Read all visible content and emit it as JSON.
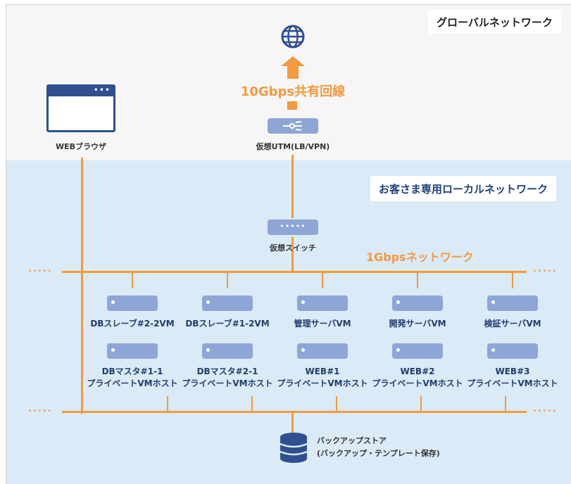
{
  "zones": {
    "global_label": "グローバルネットワーク",
    "local_label": "お客さま専用ローカルネットワーク"
  },
  "internet": {
    "icon": "globe-icon",
    "color": "#2f4f8f"
  },
  "uplink": {
    "label": "10Gbps共有回線",
    "color": "#f29a3f"
  },
  "utm": {
    "label": "仮想UTM(LB/VPN)",
    "icon": "utm-icon"
  },
  "browser": {
    "label": "WEBブラウザ",
    "icon": "browser-window-icon"
  },
  "switch": {
    "label": "仮想スイッチ",
    "icon": "switch-icon"
  },
  "network_1g": {
    "label": "1Gbpsネットワーク",
    "dots": "....."
  },
  "vm_row": [
    {
      "label": "DBスレーブ#2-2VM"
    },
    {
      "label": "DBスレーブ#1-2VM"
    },
    {
      "label": "管理サーバVM"
    },
    {
      "label": "開発サーバVM"
    },
    {
      "label": "検証サーバVM"
    }
  ],
  "host_row": [
    {
      "line1": "DBマスタ#1-1",
      "line2": "プライベートVMホスト"
    },
    {
      "line1": "DBマスタ#2-1",
      "line2": "プライベートVMホスト"
    },
    {
      "line1": "WEB#1",
      "line2": "プライベートVMホスト"
    },
    {
      "line1": "WEB#2",
      "line2": "プライベートVMホスト"
    },
    {
      "line1": "WEB#3",
      "line2": "プライベートVMホスト"
    }
  ],
  "backup": {
    "line1": "バックアップストア",
    "line2": "(バックアップ・テンプレート保存)",
    "icon": "database-icon"
  },
  "colors": {
    "accent": "#f29a3f",
    "node": "#8ea6d6",
    "text": "#223c6e",
    "local_bg": "#daeaf6",
    "global_bg": "#f6f6f6"
  }
}
